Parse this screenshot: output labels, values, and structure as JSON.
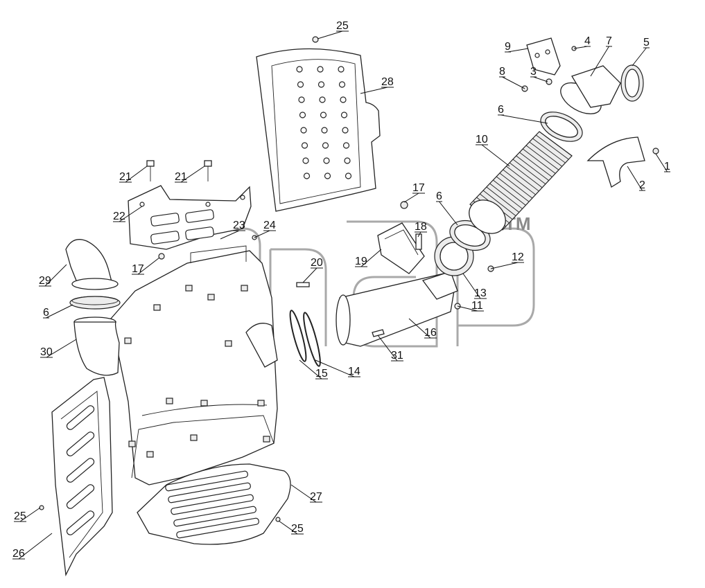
{
  "watermark": {
    "trademark": "TM"
  },
  "callouts": [
    {
      "id": "c1",
      "label": "1"
    },
    {
      "id": "c2",
      "label": "2"
    },
    {
      "id": "c3",
      "label": "3"
    },
    {
      "id": "c4",
      "label": "4"
    },
    {
      "id": "c5",
      "label": "5"
    },
    {
      "id": "c6a",
      "label": "6"
    },
    {
      "id": "c6b",
      "label": "6"
    },
    {
      "id": "c6c",
      "label": "6"
    },
    {
      "id": "c7",
      "label": "7"
    },
    {
      "id": "c8",
      "label": "8"
    },
    {
      "id": "c9",
      "label": "9"
    },
    {
      "id": "c10",
      "label": "10"
    },
    {
      "id": "c11",
      "label": "11"
    },
    {
      "id": "c12",
      "label": "12"
    },
    {
      "id": "c13",
      "label": "13"
    },
    {
      "id": "c14",
      "label": "14"
    },
    {
      "id": "c15",
      "label": "15"
    },
    {
      "id": "c16",
      "label": "16"
    },
    {
      "id": "c17a",
      "label": "17"
    },
    {
      "id": "c17b",
      "label": "17"
    },
    {
      "id": "c18",
      "label": "18"
    },
    {
      "id": "c19",
      "label": "19"
    },
    {
      "id": "c20",
      "label": "20"
    },
    {
      "id": "c21a",
      "label": "21"
    },
    {
      "id": "c21b",
      "label": "21"
    },
    {
      "id": "c22",
      "label": "22"
    },
    {
      "id": "c23",
      "label": "23"
    },
    {
      "id": "c24",
      "label": "24"
    },
    {
      "id": "c25a",
      "label": "25"
    },
    {
      "id": "c25b",
      "label": "25"
    },
    {
      "id": "c25c",
      "label": "25"
    },
    {
      "id": "c26",
      "label": "26"
    },
    {
      "id": "c27",
      "label": "27"
    },
    {
      "id": "c28",
      "label": "28"
    },
    {
      "id": "c29",
      "label": "29"
    },
    {
      "id": "c30",
      "label": "30"
    },
    {
      "id": "c31",
      "label": "31"
    }
  ]
}
